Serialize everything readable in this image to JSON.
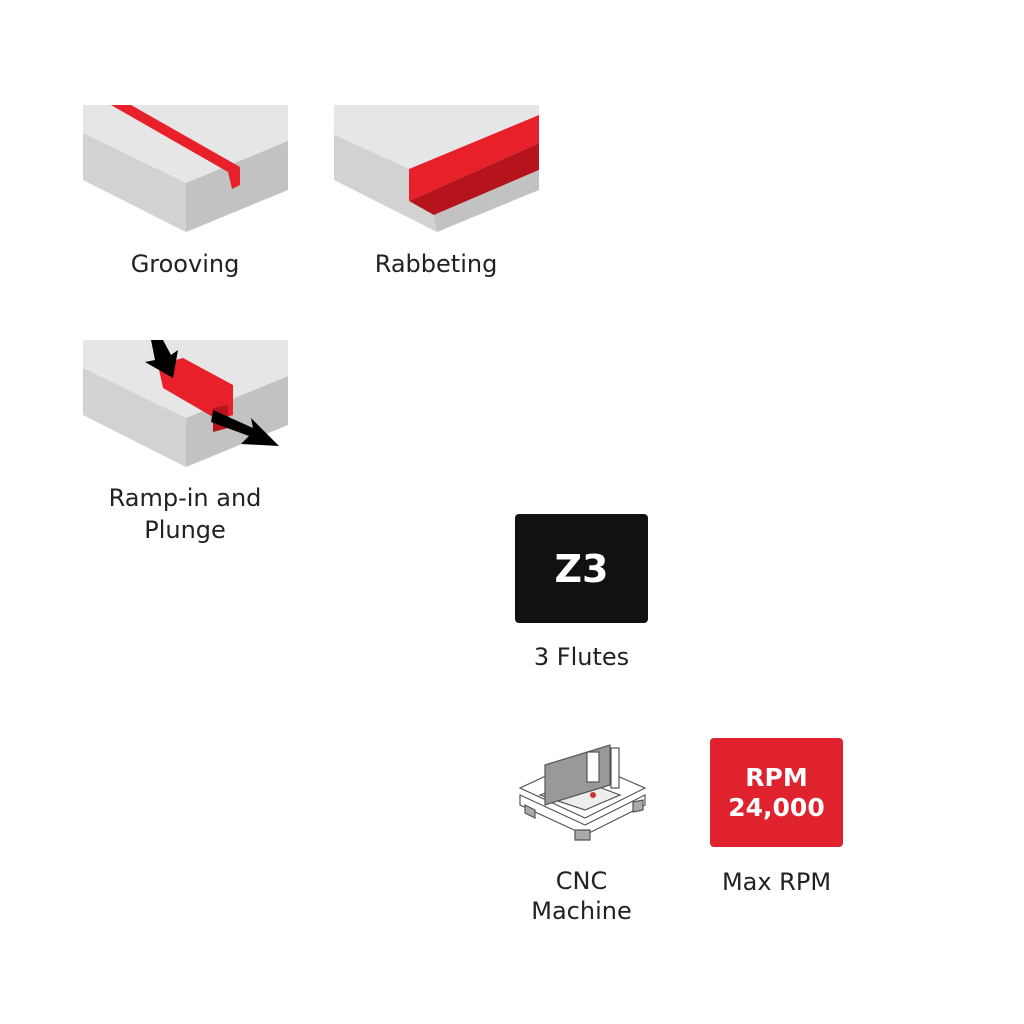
{
  "operations": [
    {
      "label": "Grooving",
      "icon": "grooving-icon"
    },
    {
      "label": "Rabbeting",
      "icon": "rabbeting-icon"
    },
    {
      "label_line1": "Ramp-in and",
      "label_line2": "Plunge",
      "icon": "ramp-plunge-icon"
    }
  ],
  "flutes": {
    "badge": "Z3",
    "label": "3 Flutes",
    "color": "#111111"
  },
  "machine": {
    "label_line1": "CNC",
    "label_line2": "Machine",
    "icon": "cnc-machine-icon"
  },
  "rpm": {
    "badge_line1": "RPM",
    "badge_line2": "24,000",
    "label": "Max RPM",
    "color": "#e0212e"
  }
}
